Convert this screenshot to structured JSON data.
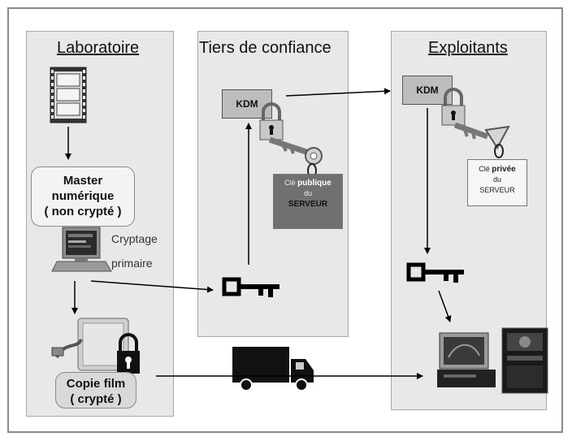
{
  "columns": {
    "lab": {
      "title": "Laboratoire"
    },
    "tiers": {
      "title": "Tiers de confiance"
    },
    "exploitants": {
      "title": "Exploitants"
    }
  },
  "master": {
    "line1": "Master",
    "line2": "numérique",
    "line3": "( non crypté )"
  },
  "cryptage": {
    "line1": "Cryptage",
    "line2": "primaire"
  },
  "copie": {
    "line1": "Copie film",
    "line2": "( crypté )"
  },
  "kdm_tiers": {
    "label": "KDM"
  },
  "kdm_exploitants": {
    "label": "KDM"
  },
  "cle_publique": {
    "prefix": "Clé",
    "highlight": "publique",
    "line2": "du",
    "line3": "SERVEUR"
  },
  "cle_privee": {
    "prefix": "Clé",
    "highlight": "privée",
    "line2": "du",
    "line3": "SERVEUR"
  }
}
